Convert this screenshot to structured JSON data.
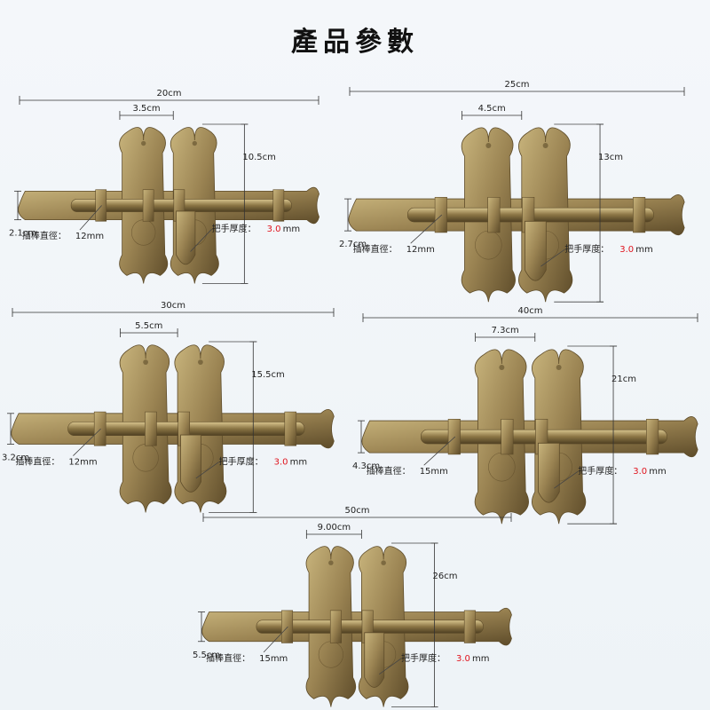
{
  "page": {
    "title": "產品參數",
    "bronze_color": "#9a8352",
    "bronze_dark": "#5e4c2a",
    "bronze_light": "#c8b47c",
    "accent_red": "#e0141e"
  },
  "products": [
    {
      "total_length": "20cm",
      "leaf_width": "3.5cm",
      "height": "10.5cm",
      "bolt_width": "2.1cm",
      "rod_label": "插棒直徑：",
      "rod_value": "12mm",
      "handle_label": "把手厚度：",
      "handle_value": "3.0",
      "handle_unit": "mm"
    },
    {
      "total_length": "25cm",
      "leaf_width": "4.5cm",
      "height": "13cm",
      "bolt_width": "2.7cm",
      "rod_label": "插棒直徑：",
      "rod_value": "12mm",
      "handle_label": "把手厚度：",
      "handle_value": "3.0",
      "handle_unit": "mm"
    },
    {
      "total_length": "30cm",
      "leaf_width": "5.5cm",
      "height": "15.5cm",
      "bolt_width": "3.2cm",
      "rod_label": "插棒直徑：",
      "rod_value": "12mm",
      "handle_label": "把手厚度：",
      "handle_value": "3.0",
      "handle_unit": "mm"
    },
    {
      "total_length": "40cm",
      "leaf_width": "7.3cm",
      "height": "21cm",
      "bolt_width": "4.3cm",
      "rod_label": "插棒直徑：",
      "rod_value": "15mm",
      "handle_label": "把手厚度：",
      "handle_value": "3.0",
      "handle_unit": "mm"
    },
    {
      "total_length": "50cm",
      "leaf_width": "9.00cm",
      "height": "26cm",
      "bolt_width": "5.5cm",
      "rod_label": "插棒直徑：",
      "rod_value": "15mm",
      "handle_label": "把手厚度：",
      "handle_value": "3.0",
      "handle_unit": "mm"
    }
  ]
}
